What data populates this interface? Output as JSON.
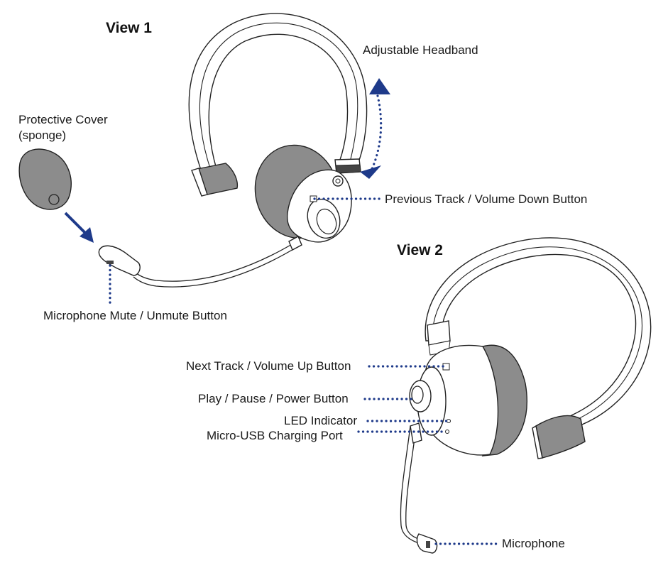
{
  "views": {
    "view1": {
      "title": "View 1"
    },
    "view2": {
      "title": "View 2"
    }
  },
  "labels": {
    "adjustable_headband": "Adjustable Headband",
    "protective_cover_line1": "Protective Cover",
    "protective_cover_line2": "(sponge)",
    "previous_track": "Previous Track / Volume Down Button",
    "mic_mute": "Microphone Mute / Unmute Button",
    "next_track": "Next Track / Volume Up Button",
    "play_pause": "Play / Pause / Power Button",
    "led_indicator": "LED Indicator",
    "micro_usb": "Micro-USB Charging Port",
    "microphone": "Microphone"
  },
  "colors": {
    "pointer": "#1e3a8a",
    "cushion": "#8c8c8c",
    "outline": "#222222"
  }
}
